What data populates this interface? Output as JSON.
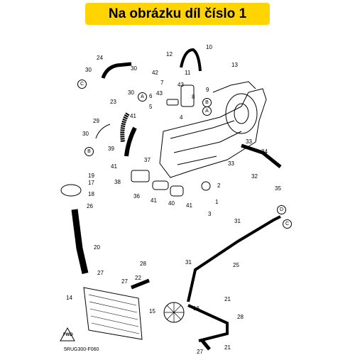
{
  "banner": {
    "text": "Na obrázku díl číslo 1",
    "color": "#ffd400"
  },
  "callouts": {
    "c1": "1",
    "c2": "2",
    "c3": "3",
    "c4": "4",
    "c5": "5",
    "c6": "6",
    "c7": "7",
    "c8": "8",
    "c9": "9",
    "c10": "10",
    "c11": "11",
    "c12": "12",
    "c13": "13",
    "c14": "14",
    "c15": "15",
    "c16": "16",
    "c17": "17",
    "c18": "18",
    "c19": "19",
    "c20": "20",
    "c21": "21",
    "c22": "22",
    "c23": "23",
    "c24": "24",
    "c25": "25",
    "c26": "26",
    "c27a": "27",
    "c27b": "27",
    "c27c": "27",
    "c28a": "28",
    "c28b": "28",
    "c29": "29",
    "c30a": "30",
    "c30b": "30",
    "c30c": "30",
    "c31a": "31",
    "c31b": "31",
    "c32": "32",
    "c33a": "33",
    "c33b": "33",
    "c34": "34",
    "c35": "35",
    "c36": "36",
    "c37": "37",
    "c38": "38",
    "c39": "39",
    "c40": "40",
    "c41a": "41",
    "c41b": "41",
    "c41c": "41",
    "c41d": "41",
    "c42": "42",
    "c43a": "43",
    "c43b": "43"
  },
  "refs": {
    "A1": "A",
    "A2": "A",
    "B1": "B",
    "B2": "B",
    "C1": "C",
    "C2": "C",
    "D1": "D",
    "D2": "D"
  },
  "fwd_label": "FWD",
  "drawing_code": "5RUG300-F060"
}
